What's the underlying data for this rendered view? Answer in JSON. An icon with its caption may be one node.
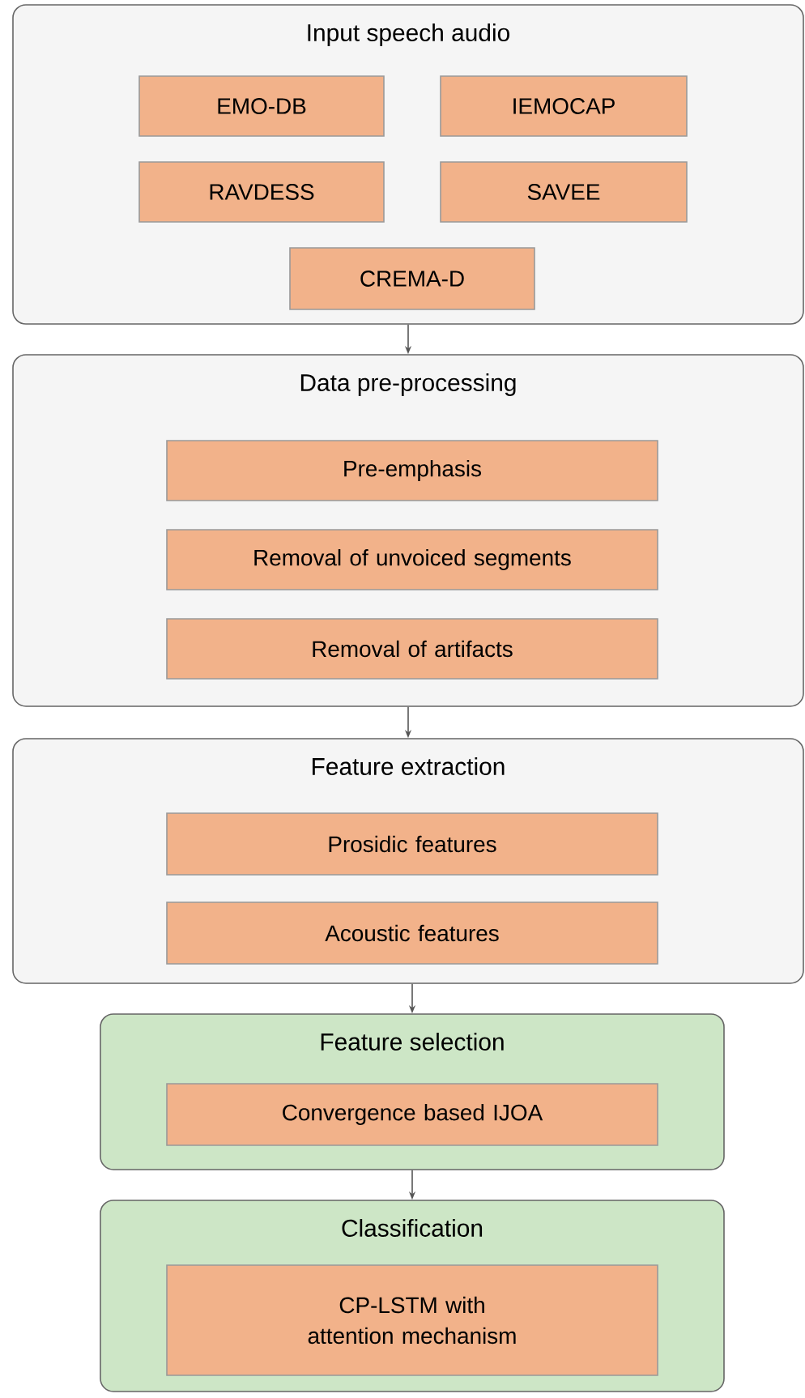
{
  "diagram": {
    "nodes": [
      {
        "text": [
          "Input speech audio"
        ]
      },
      {
        "text": [
          "EMO-DB"
        ],
        "in": 0
      },
      {
        "text": [
          "IEMOCAP"
        ],
        "in": 0
      },
      {
        "text": [
          "RAVDESS"
        ],
        "in": 0
      },
      {
        "text": [
          "SAVEE"
        ],
        "in": 0
      },
      {
        "text": [
          "CREMA-D"
        ],
        "in": 0
      },
      {
        "text": [
          "Data pre-processing"
        ]
      },
      {
        "text": [
          "Pre-emphasis"
        ],
        "in": 6
      },
      {
        "text": [
          "Removal of unvoiced segments"
        ],
        "in": 6
      },
      {
        "text": [
          "Removal of artifacts"
        ],
        "in": 6
      },
      {
        "text": [
          "Feature extraction"
        ]
      },
      {
        "text": [
          "Prosidic features"
        ],
        "in": 10
      },
      {
        "text": [
          "Acoustic features"
        ],
        "in": 10
      },
      {
        "text": [
          "Feature selection"
        ]
      },
      {
        "text": [
          "Convergence based IJOA"
        ],
        "in": 13
      },
      {
        "text": [
          "Classification"
        ]
      },
      {
        "text": [
          "CP-LSTM with attention mechanism"
        ],
        "in": 15
      }
    ],
    "edges": [
      {
        "from": 0,
        "to": 6,
        "arrow": "to"
      },
      {
        "from": 6,
        "to": 10,
        "arrow": "to"
      },
      {
        "from": 10,
        "to": 13,
        "arrow": "to"
      },
      {
        "from": 13,
        "to": 15,
        "arrow": "to"
      }
    ]
  }
}
